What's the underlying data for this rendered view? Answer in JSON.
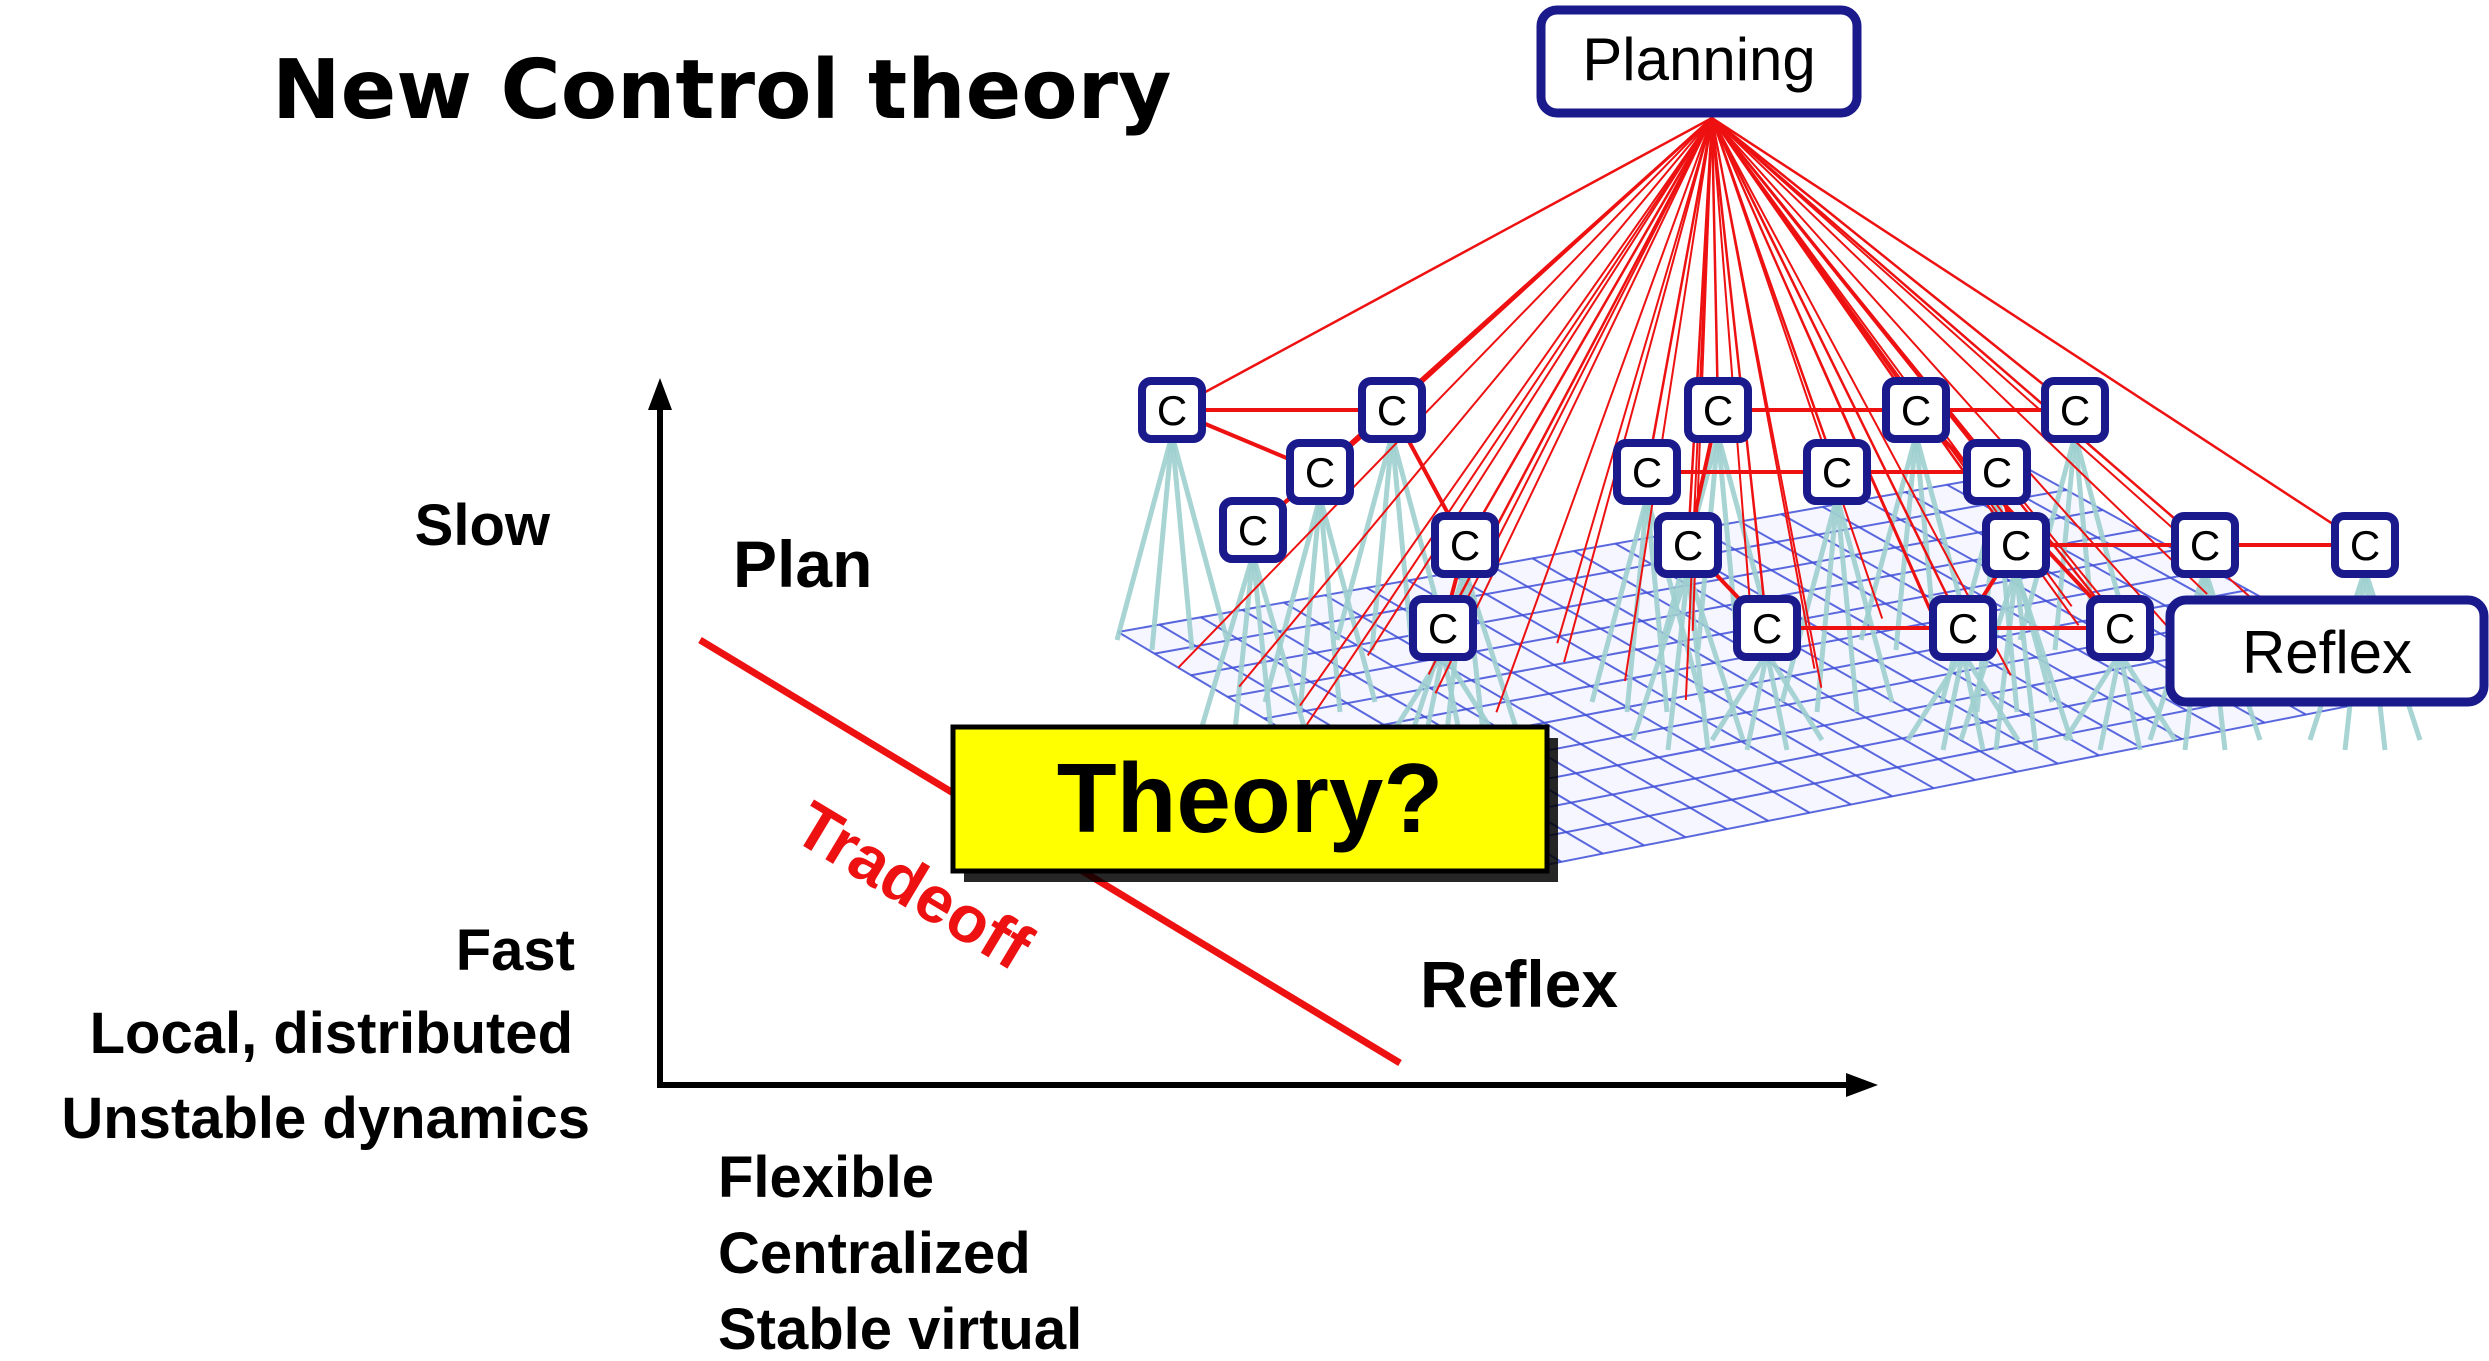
{
  "title": "New Control theory",
  "y_axis": {
    "top_label": "Slow",
    "bottom_labels": [
      "Fast",
      "Local, distributed",
      "Unstable dynamics"
    ]
  },
  "x_axis": {
    "left_labels": [
      "Flexible",
      "Centralized",
      "Stable virtual"
    ]
  },
  "region_labels": {
    "plan": "Plan",
    "reflex": "Reflex"
  },
  "tradeoff_label": "Tradeoff",
  "theory_box_label": "Theory?",
  "network": {
    "planning_label": "Planning",
    "reflex_label": "Reflex",
    "controller_label": "C"
  },
  "colors": {
    "tradeoff_red": "#ee1111",
    "theory_yellow": "#ffff00",
    "box_border_navy": "#1a1a8c",
    "grid_blue": "#3f4fd8",
    "pillar_teal": "#9fd0d0"
  }
}
